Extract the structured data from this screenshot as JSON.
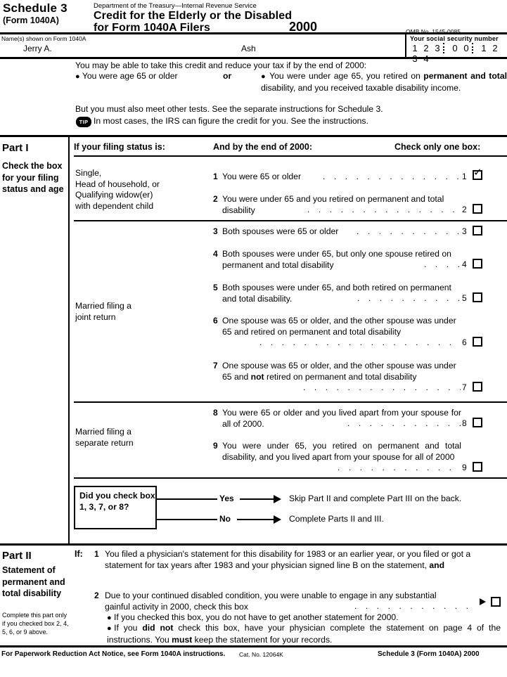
{
  "header": {
    "schedule": "Schedule 3",
    "form_ref": "(Form 1040A)",
    "department": "Department of the Treasury—Internal Revenue Service",
    "title_line1": "Credit for the Elderly or the Disabled",
    "title_line2": "for Form 1040A Filers",
    "year": "2000",
    "omb": "OMB No. 1545-0085",
    "name_label": "Name(s) shown on Form 1040A",
    "name_first": "Jerry A.",
    "name_last": "Ash",
    "ssn_label": "Your social security number",
    "ssn_digits": [
      "1",
      "2",
      "3",
      "0",
      "0",
      "1",
      "2",
      "3",
      "4"
    ]
  },
  "intro": {
    "line1": "You may be able to take this credit and reduce your tax if by the end of 2000:",
    "bullet1": "You were age 65 or older",
    "or_label": "or",
    "bullet2_a": "You were under age 65, you retired on ",
    "bullet2_b": "permanent and total",
    "bullet2_c": " disability, and you received taxable disability income.",
    "line2": "But you must also meet other tests. See the separate instructions for Schedule 3.",
    "tip_icon_label": "TIP",
    "tip_text": "In most cases, the IRS can figure the credit for you. See the instructions."
  },
  "part1": {
    "title": "Part I",
    "subtitle": "Check the box for your filing status and age",
    "col_header_1": "If your filing status is:",
    "col_header_2": "And by the end of 2000:",
    "col_header_3": "Check only one box:",
    "status_single": "Single,\nHead of household, or\nQualifying widow(er)\nwith dependent child",
    "status_joint": "Married filing a\njoint return",
    "status_separate": "Married filing a\nseparate return",
    "rows": [
      {
        "num": "1",
        "text": "You were 65 or older",
        "checked": true
      },
      {
        "num": "2",
        "text": "You were under 65 and you retired on permanent and total disability",
        "checked": false
      },
      {
        "num": "3",
        "text": "Both spouses were 65 or older",
        "checked": false
      },
      {
        "num": "4",
        "text": "Both spouses were under 65, but only one spouse retired on permanent and total disability",
        "checked": false
      },
      {
        "num": "5",
        "text": "Both spouses were under 65, and both retired on permanent and total disability.",
        "checked": false
      },
      {
        "num": "6",
        "text": "One spouse was 65 or older, and the other spouse was under 65 and retired on permanent and total disability",
        "checked": false
      },
      {
        "num": "7",
        "text": "One spouse was 65 or older, and the other spouse was under 65 and not retired on permanent and total disability",
        "checked": false
      },
      {
        "num": "8",
        "text": "You were 65 or older and you lived apart from your spouse for all of 2000.",
        "checked": false
      },
      {
        "num": "9",
        "text": "You were under 65, you retired on permanent and total disability, and you lived apart from your spouse for all of 2000",
        "checked": false
      }
    ],
    "callout": {
      "question": "Did you check box 1, 3, 7, or 8?",
      "yes_label": "Yes",
      "yes_result": "Skip Part II and complete Part III on the back.",
      "no_label": "No",
      "no_result": "Complete Parts II and III."
    }
  },
  "part2": {
    "title": "Part II",
    "subtitle": "Statement of permanent and total disability",
    "note": "Complete this part only if you checked box 2, 4, 5, 6, or 9 above.",
    "if_label": "If:",
    "item1_num": "1",
    "item1_a": "You filed a physician's statement for this disability for 1983 or an earlier year, or you filed or got a statement for tax years after 1983 and your physician signed line B on the statement, ",
    "item1_b": "and",
    "item2_num": "2",
    "item2_text": "Due to your continued disabled condition, you were unable to engage in any substantial gainful activity in 2000, check this box",
    "item2_checked": false,
    "bullet1": "If you checked this box, you do not have to get another statement for 2000.",
    "bullet2_a": "If you ",
    "bullet2_b": "did not",
    "bullet2_c": " check this box, have your physician complete the statement on page 4 of the instructions. You ",
    "bullet2_d": "must",
    "bullet2_e": " keep the statement for your records."
  },
  "footer": {
    "left": "For Paperwork Reduction Act Notice, see Form 1040A instructions.",
    "middle": "Cat. No. 12064K",
    "right": "Schedule 3 (Form 1040A) 2000"
  }
}
